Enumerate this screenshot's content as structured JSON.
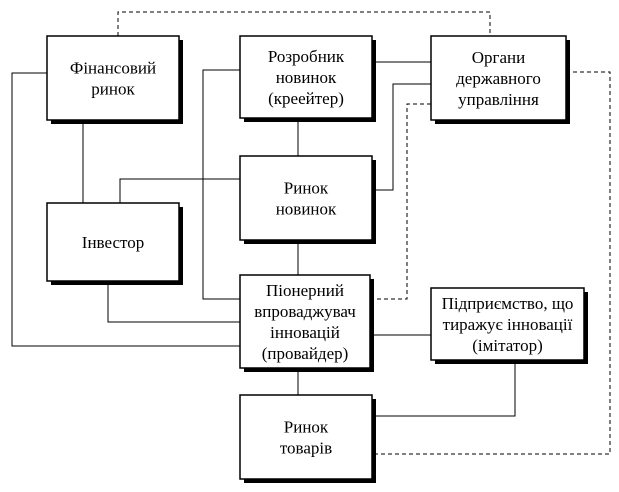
{
  "nodes": {
    "financial_market": [
      "Фінансовий",
      "ринок"
    ],
    "developer": [
      "Розробник",
      "новинок",
      "(креейтер)"
    ],
    "government": [
      "Органи",
      "державного",
      "управління"
    ],
    "investor": [
      "Інвестор"
    ],
    "novelty_market": [
      "Ринок",
      "новинок"
    ],
    "pioneer": [
      "Піонерний",
      "впроваджувач",
      "інновацій",
      "(провайдер)"
    ],
    "imitator": [
      "Підприємство, що",
      "тиражує інновації",
      "(імітатор)"
    ],
    "goods_market": [
      "Ринок",
      "товарів"
    ]
  },
  "colors": {
    "stroke": "#000000",
    "shadow": "#000000",
    "fill": "#ffffff"
  }
}
